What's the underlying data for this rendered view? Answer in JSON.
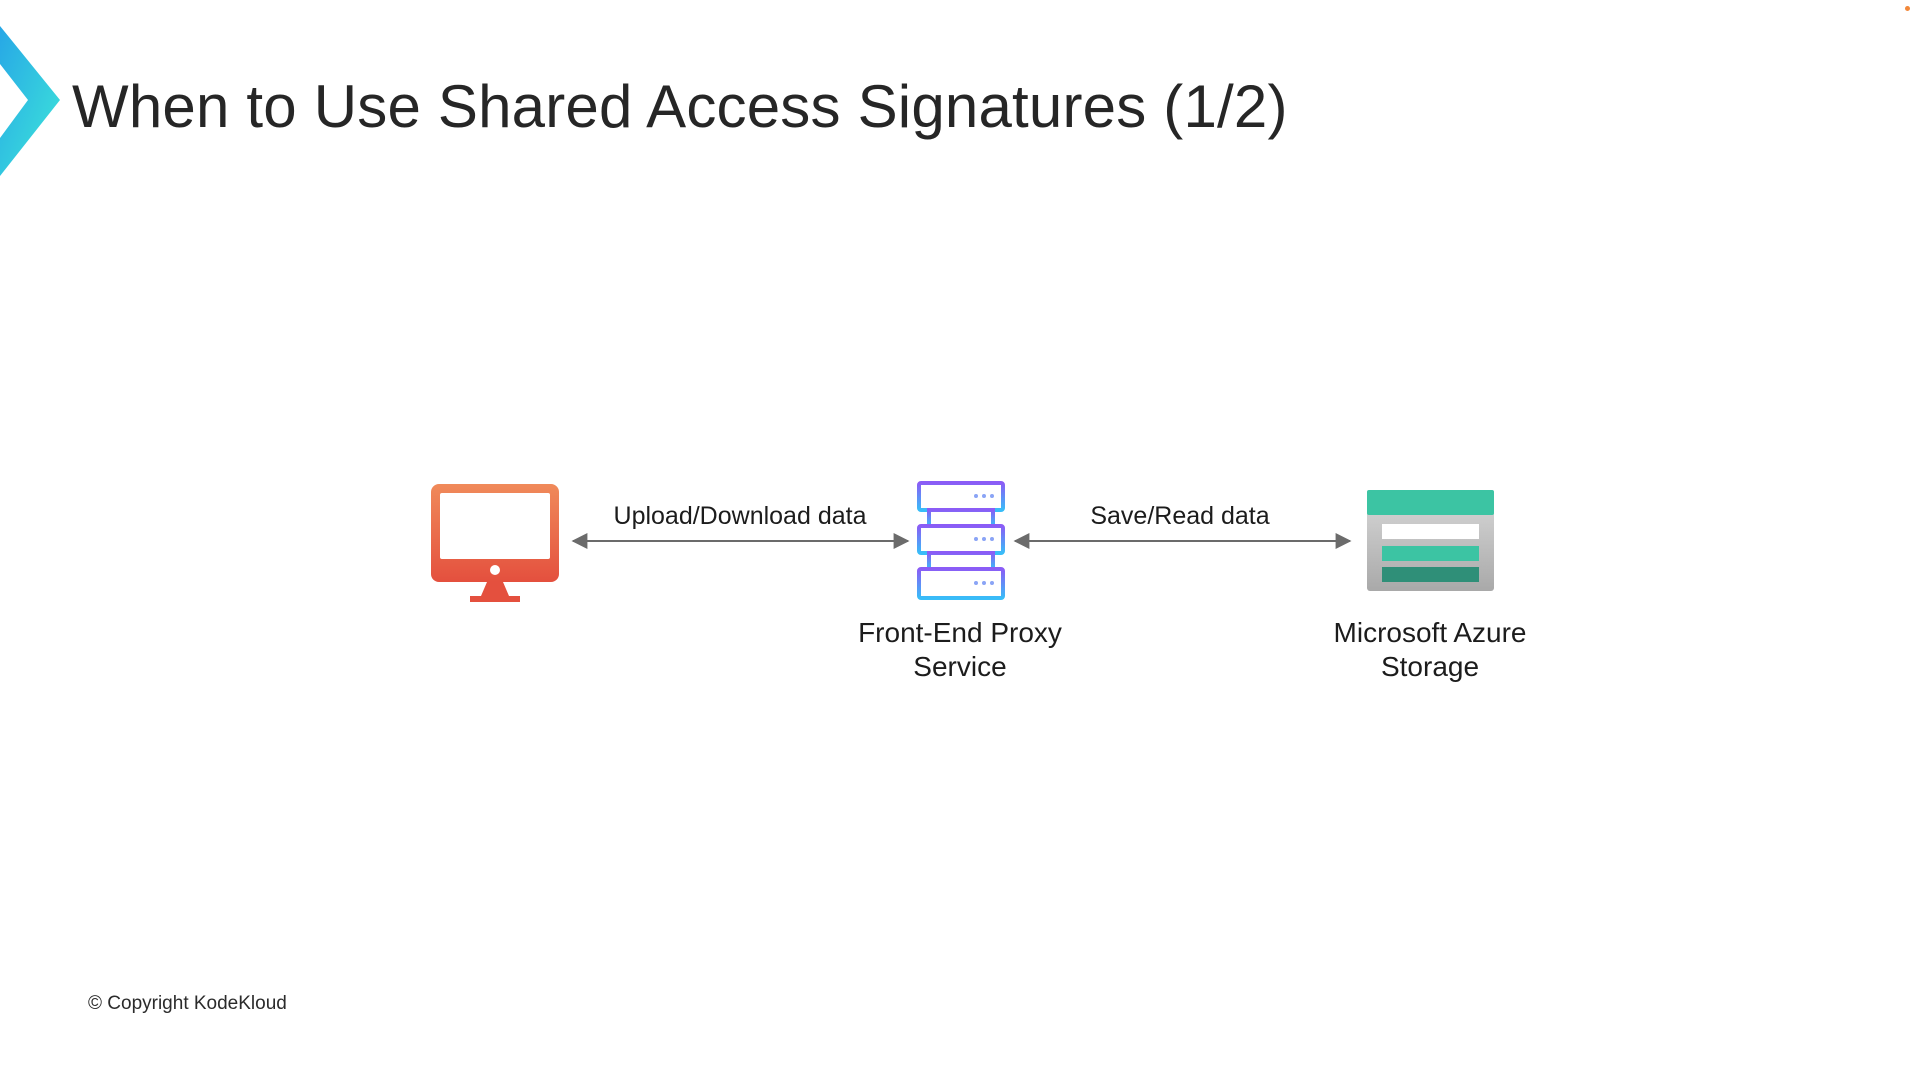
{
  "slide": {
    "title": "When to Use Shared Access Signatures (1/2)",
    "copyright": "© Copyright KodeKloud"
  },
  "colors": {
    "accent_cyan": "#3ee7d9",
    "accent_blue": "#27a7e6",
    "corner_dot": "#f2883a",
    "client_icon_top": "#f08a5a",
    "client_icon_bottom": "#e4503e",
    "server_icon_top": "#8b5cf6",
    "server_icon_bottom": "#38bdf8",
    "storage_green": "#3cc4a3",
    "storage_dark": "#2f8f78",
    "arrow": "#6b6b6b"
  },
  "diagram": {
    "nodes": [
      {
        "id": "client",
        "icon": "monitor-icon",
        "label_lines": []
      },
      {
        "id": "proxy",
        "icon": "server-icon",
        "label_lines": [
          "Front-End Proxy",
          "Service"
        ]
      },
      {
        "id": "storage",
        "icon": "azure-storage-icon",
        "label_lines": [
          "Microsoft Azure",
          "Storage"
        ]
      }
    ],
    "edges": [
      {
        "from": "client",
        "to": "proxy",
        "label": "Upload/Download data",
        "bidirectional": true
      },
      {
        "from": "proxy",
        "to": "storage",
        "label": "Save/Read data",
        "bidirectional": true
      }
    ]
  }
}
